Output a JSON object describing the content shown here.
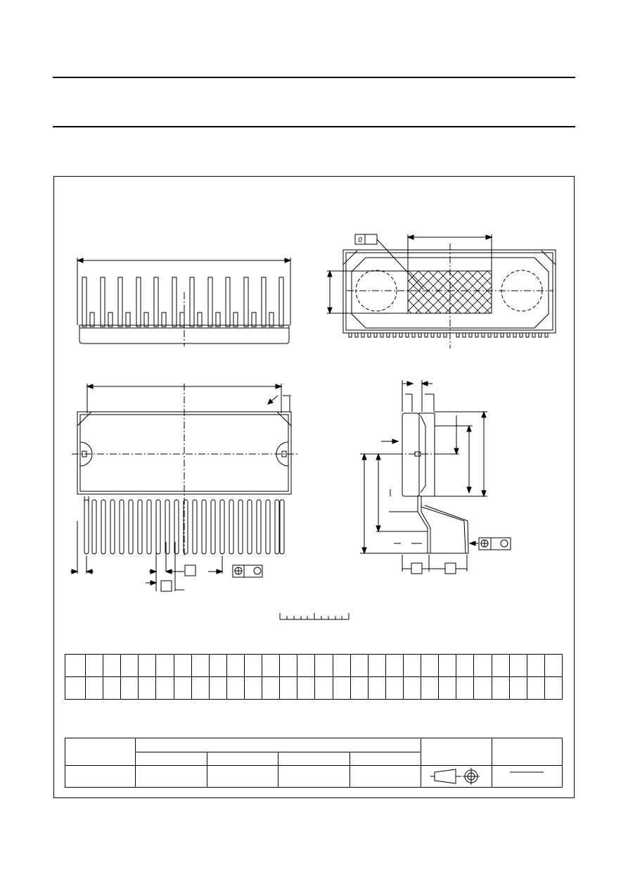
{
  "page": {
    "header_rules": 2,
    "frame": "package-outline-drawing"
  },
  "drawing": {
    "views": [
      "front-pins-view",
      "top-view-heatsink",
      "body-front-view",
      "side-view"
    ],
    "pin_count_top_view": 12,
    "pin_count_front_view": 23,
    "labels": {}
  },
  "dimension_table": {
    "columns": 28,
    "rows": 2,
    "cells": []
  },
  "outline_table": {
    "column_groups": 4,
    "symbols": [
      "projection-symbol",
      "target-symbol"
    ]
  },
  "colors": {
    "ink": "#000000",
    "background": "#ffffff"
  }
}
